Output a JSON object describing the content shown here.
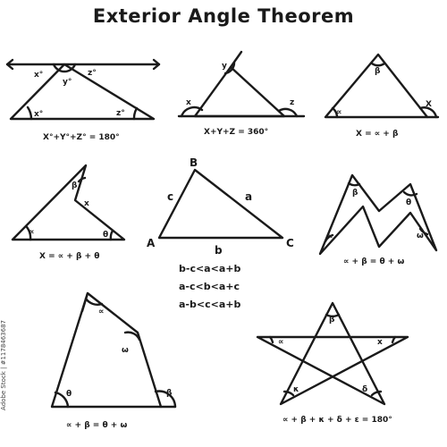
{
  "title": "Exterior Angle Theorem",
  "side_caption": "Adobe Stock | #1178463687",
  "fig1": {
    "x_top": "x°",
    "y_top": "y°",
    "z_top": "z°",
    "x_bottom": "x°",
    "z_bottom": "z°",
    "caption": "X°+Y°+Z° = 180°"
  },
  "fig2": {
    "y": "y",
    "x": "x",
    "z": "z",
    "caption": "X+Y+Z = 360°"
  },
  "fig3": {
    "beta": "β",
    "alpha": "∝",
    "x": "X",
    "caption": "X = ∝ + β"
  },
  "fig4": {
    "beta": "β",
    "x": "x",
    "alpha": "∝",
    "theta": "θ",
    "caption": "X = ∝ + β + θ"
  },
  "fig5": {
    "vertex_a": "A",
    "vertex_b": "B",
    "vertex_c": "C",
    "side_a": "a",
    "side_b": "b",
    "side_c": "c",
    "ineq1": "b-c<a<a+b",
    "ineq2": "a-c<b<a+c",
    "ineq3": "a-b<c<a+b"
  },
  "fig6": {
    "beta": "β",
    "theta": "θ",
    "alpha": "∝",
    "omega": "ω",
    "caption": "∝ + β = θ + ω"
  },
  "fig7": {
    "alpha": "∝",
    "omega": "ω",
    "theta": "θ",
    "beta": "β",
    "caption": "∝ + β = θ + ω"
  },
  "fig8": {
    "beta": "β",
    "alpha": "∝",
    "x": "x",
    "kappa": "κ",
    "delta": "δ",
    "caption": "∝ + β + κ + δ + ε = 180°"
  }
}
